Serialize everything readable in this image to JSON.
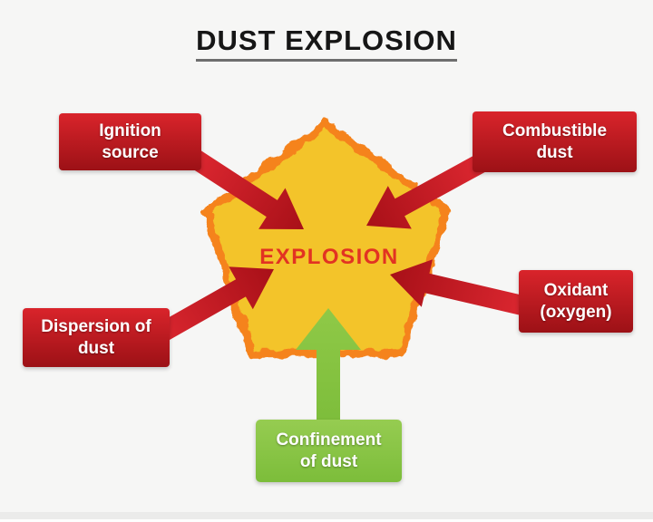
{
  "title": "DUST EXPLOSION",
  "diagram": {
    "center_label": "EXPLOSION",
    "factors": [
      {
        "id": "ignition-source",
        "text": "Ignition\nsource",
        "box_color": "red"
      },
      {
        "id": "combustible-dust",
        "text": "Combustible\ndust",
        "box_color": "red"
      },
      {
        "id": "dispersion-of-dust",
        "text": "Dispersion of\ndust",
        "box_color": "red"
      },
      {
        "id": "oxidant-oxygen",
        "text": "Oxidant\n(oxygen)",
        "box_color": "red"
      },
      {
        "id": "confinement-of-dust",
        "text": "Confinement\nof dust",
        "box_color": "green"
      }
    ],
    "colors": {
      "factor_red": "#d8232a",
      "factor_red_dark": "#9b1015",
      "arrow_red": "#c2161e",
      "confinement_green": "#86c440",
      "pentagon_yellow": "#f3c42c",
      "pentagon_orange": "#f5831f",
      "explosion_text": "#e23322",
      "title_text": "#161616"
    }
  }
}
